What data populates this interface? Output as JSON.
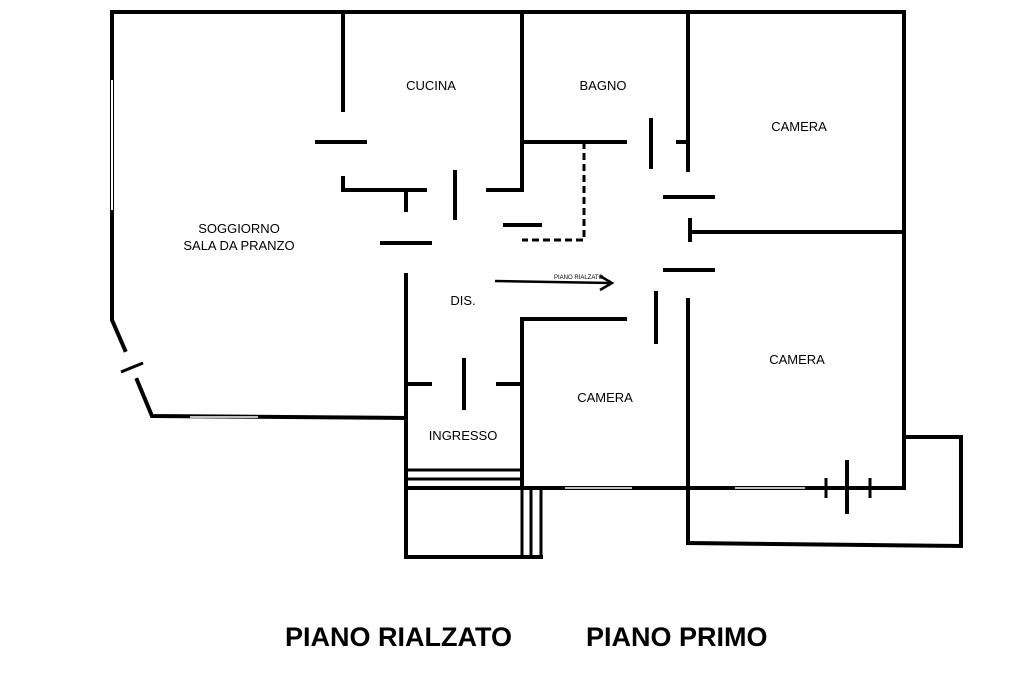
{
  "floor_labels": {
    "raised": "PIANO RIALZATO",
    "first": "PIANO PRIMO"
  },
  "rooms": {
    "cucina": "CUCINA",
    "bagno": "BAGNO",
    "camera_top": "CAMERA",
    "soggiorno_line1": "SOGGIORNO",
    "soggiorno_line2": "SALA DA PRANZO",
    "dis": "DIS.",
    "camera_mid": "CAMERA",
    "camera_right": "CAMERA",
    "ingresso": "INGRESSO"
  },
  "arrow_label": "PIANO RIALZATO",
  "colors": {
    "wall": "#000000",
    "background": "#ffffff"
  }
}
